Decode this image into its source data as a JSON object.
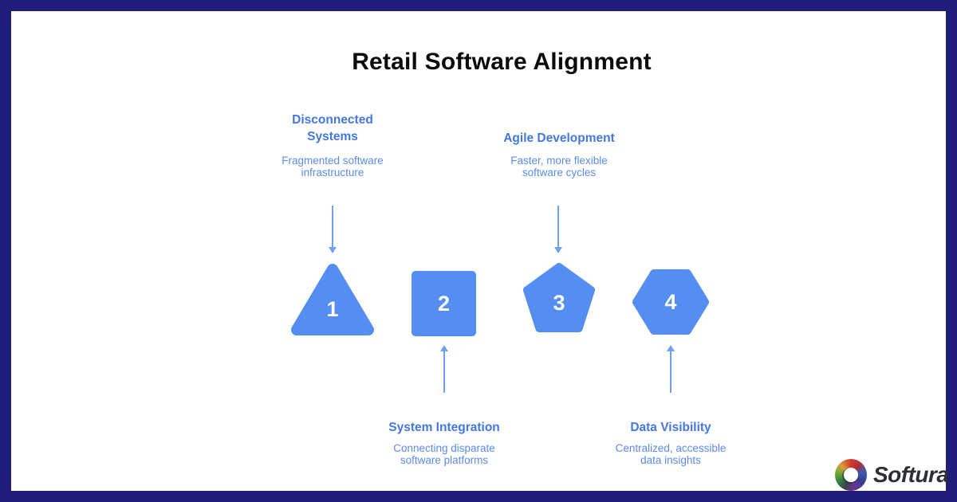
{
  "title": "Retail Software Alignment",
  "steps": [
    {
      "number": "1",
      "shape": "triangle",
      "label": "Disconnected Systems",
      "description": "Fragmented software infrastructure",
      "label_position": "top"
    },
    {
      "number": "2",
      "shape": "square",
      "label": "System Integration",
      "description": "Connecting disparate software platforms",
      "label_position": "bottom"
    },
    {
      "number": "3",
      "shape": "pentagon",
      "label": "Agile Development",
      "description": "Faster, more flexible software cycles",
      "label_position": "top"
    },
    {
      "number": "4",
      "shape": "hexagon",
      "label": "Data Visibility",
      "description": "Centralized, accessible data insights",
      "label_position": "bottom"
    }
  ],
  "logo": {
    "brand": "Softura",
    "icon": "softura-swirl-icon"
  },
  "colors": {
    "shape_fill": "#548ef0",
    "label_heading": "#4377e1",
    "label_description": "#5c8bec",
    "arrow": "#70a0f4",
    "frame_border": "#1f1f7b",
    "title_text": "#0b0b0c",
    "number_text": "#ffffff"
  }
}
